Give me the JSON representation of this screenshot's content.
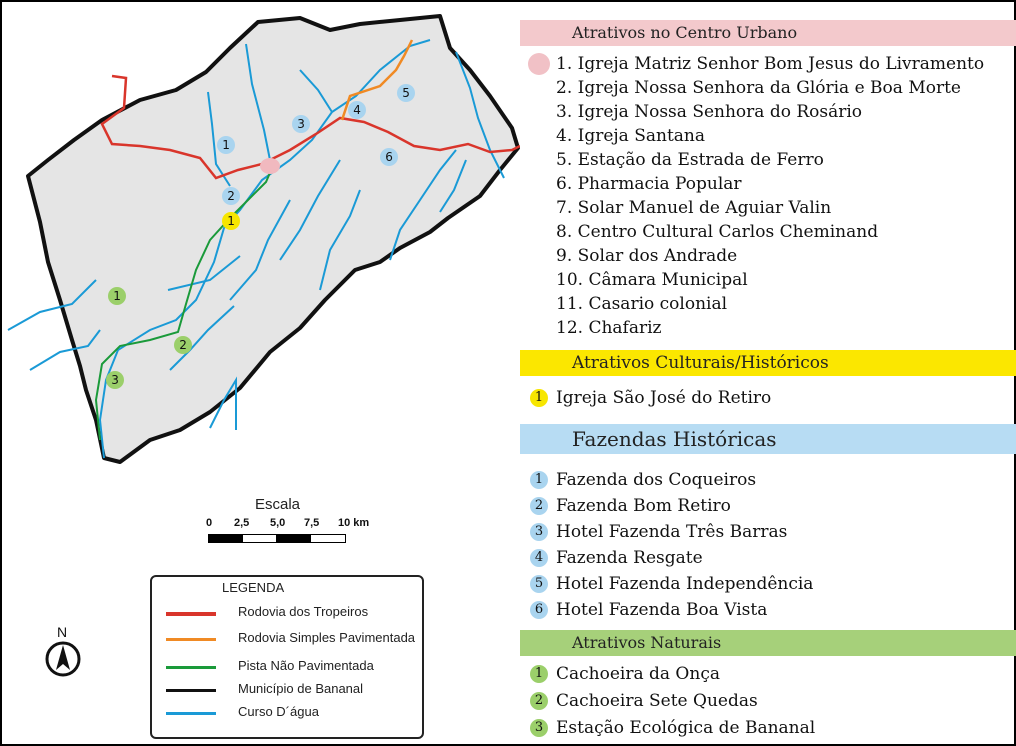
{
  "sections": {
    "urban": {
      "title": "Atrativos no Centro Urbano",
      "color": "#f3c9cc",
      "items": [
        "1. Igreja Matriz Senhor Bom Jesus do Livramento",
        "2. Igreja Nossa Senhora da Glória e Boa Morte",
        "3. Igreja Nossa Senhora do Rosário",
        "4. Igreja Santana",
        "5. Estação da Estrada de Ferro",
        "6. Pharmacia Popular",
        "7. Solar Manuel de Aguiar Valin",
        "8. Centro Cultural Carlos Cheminand",
        "9. Solar dos Andrade",
        "10. Câmara Municipal",
        "11. Casario colonial",
        "12. Chafariz"
      ]
    },
    "cultural": {
      "title": "Atrativos Culturais/Históricos",
      "color": "#fbe700",
      "items": [
        {
          "num": "1",
          "label": "Igreja São José do Retiro"
        }
      ]
    },
    "farms": {
      "title": "Fazendas Históricas",
      "color": "#b7dcf3",
      "items": [
        {
          "num": "1",
          "label": "Fazenda dos Coqueiros"
        },
        {
          "num": "2",
          "label": "Fazenda Bom Retiro"
        },
        {
          "num": "3",
          "label": "Hotel Fazenda Três Barras"
        },
        {
          "num": "4",
          "label": "Fazenda Resgate"
        },
        {
          "num": "5",
          "label": "Hotel Fazenda Independência"
        },
        {
          "num": "6",
          "label": "Hotel Fazenda Boa Vista"
        }
      ]
    },
    "natural": {
      "title": "Atrativos Naturais",
      "color": "#a6d07a",
      "items": [
        {
          "num": "1",
          "label": "Cachoeira da Onça"
        },
        {
          "num": "2",
          "label": "Cachoeira Sete Quedas"
        },
        {
          "num": "3",
          "label": "Estação Ecológica de Bananal"
        }
      ]
    }
  },
  "map_markers": {
    "farms": [
      "1",
      "2",
      "3",
      "4",
      "5",
      "6"
    ],
    "natural": [
      "1",
      "2",
      "3"
    ],
    "cultural": [
      "1"
    ]
  },
  "scale": {
    "title": "Escala",
    "ticks": [
      "0",
      "2,5",
      "5,0",
      "7,5",
      "10 km"
    ]
  },
  "legend": {
    "title": "LEGENDA",
    "items": [
      {
        "label": "Rodovia dos Tropeiros",
        "color": "#d9352b"
      },
      {
        "label": "Rodovia Simples Pavimentada",
        "color": "#f08a24"
      },
      {
        "label": "Pista Não Pavimentada",
        "color": "#1a9a3a"
      },
      {
        "label": "Município de Bananal",
        "color": "#111111"
      },
      {
        "label": "Curso D´água",
        "color": "#1a9ad6"
      }
    ]
  },
  "north": "N",
  "colors": {
    "territory": "#e5e5e5",
    "river": "#1a9ad6",
    "highway": "#d9352b",
    "paved": "#f08a24",
    "unpaved": "#1a9a3a",
    "border": "#111111",
    "urban_center": "#f1b9bf"
  }
}
